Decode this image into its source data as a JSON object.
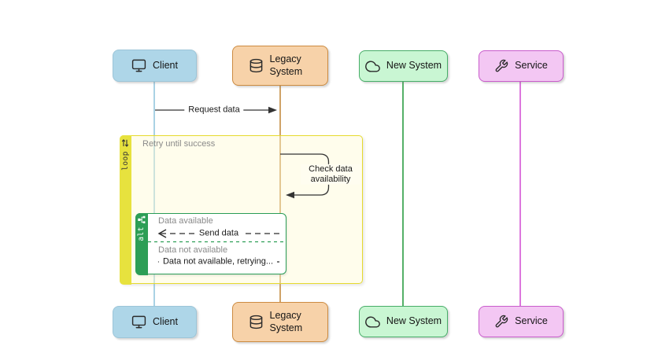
{
  "diagram_type": "sequence-diagram",
  "actors": [
    {
      "label": "Client",
      "icon": "monitor-icon",
      "fill": "#aed6e8",
      "border": "#9cc5d8",
      "lifeline_color": "#a9d2e4"
    },
    {
      "label": "Legacy System",
      "icon": "database-icon",
      "fill": "#f7d2a9",
      "border": "#cc8b41",
      "lifeline_color": "#cfa367"
    },
    {
      "label": "New System",
      "icon": "cloud-icon",
      "fill": "#c9f6d3",
      "border": "#47ad68",
      "lifeline_color": "#55b068"
    },
    {
      "label": "Service",
      "icon": "wrench-icon",
      "fill": "#f3c7f3",
      "border": "#c95ccc",
      "lifeline_color": "#dc77dd"
    }
  ],
  "frames": {
    "loop": {
      "label": "loop",
      "icon": "loop-arrows-icon",
      "title": "Retry until success",
      "border_color": "#e6da2e",
      "tab_color": "#e7e23e"
    },
    "alt": {
      "label": "alt",
      "icon": "branch-icon",
      "border_color": "#2a9d56",
      "tab_color": "#2d9e56",
      "sections": [
        {
          "title": "Data available"
        },
        {
          "title": "Data not available"
        }
      ]
    }
  },
  "messages": [
    {
      "text": "Request data",
      "from": "Client",
      "to": "Legacy System",
      "line": "solid"
    },
    {
      "text": "Check data availability",
      "from": "Legacy System",
      "to": "Legacy System",
      "line": "self"
    },
    {
      "text": "Send data",
      "from": "Legacy System",
      "to": "Client",
      "line": "dashed"
    },
    {
      "text": "Data not available, retrying...",
      "from": "Legacy System",
      "to": "Client",
      "line": "dashed"
    }
  ]
}
